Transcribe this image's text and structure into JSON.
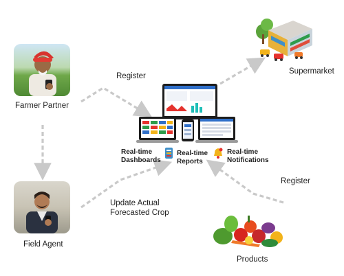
{
  "nodes": {
    "farmer": {
      "label": "Farmer Partner"
    },
    "field_agent": {
      "label": "Field Agent"
    },
    "supermarket": {
      "label": "Supermarket"
    },
    "products": {
      "label": "Products"
    }
  },
  "edges": {
    "farmer_register": "Register",
    "products_register": "Register",
    "agent_update_line1": "Update Actual",
    "agent_update_line2": "Forecasted Crop"
  },
  "features": [
    {
      "line1": "Real-time",
      "line2": "Dashboards",
      "icon": ""
    },
    {
      "line1": "Real-time",
      "line2": "Reports",
      "icon": "report-icon"
    },
    {
      "line1": "Real-time",
      "line2": "Notifications",
      "icon": "bell-icon"
    }
  ],
  "colors": {
    "arrow": "#c9c9c9",
    "accent_red": "#e5322d",
    "accent_blue": "#2f6fc9",
    "accent_yellow": "#f2b31a"
  }
}
